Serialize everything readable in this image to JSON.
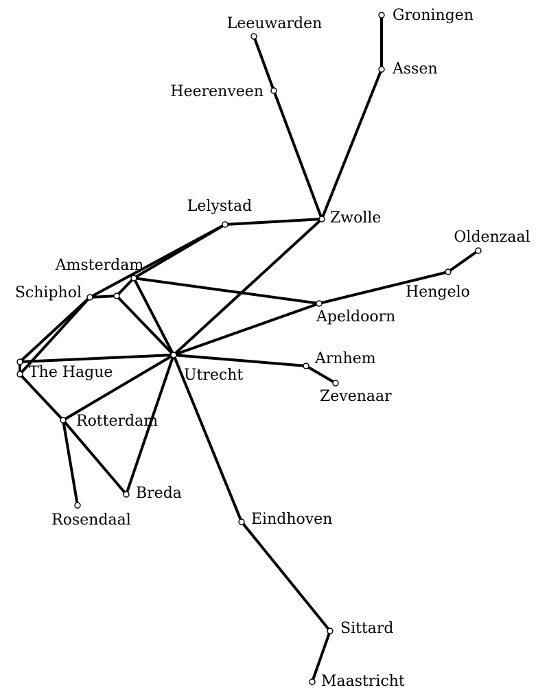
{
  "diagram": {
    "stations": [
      {
        "id": "groningen",
        "label": "Groningen"
      },
      {
        "id": "assen",
        "label": "Assen"
      },
      {
        "id": "leeuwarden",
        "label": "Leeuwarden"
      },
      {
        "id": "heerenveen",
        "label": "Heerenveen"
      },
      {
        "id": "zwolle",
        "label": "Zwolle"
      },
      {
        "id": "lelystad",
        "label": "Lelystad"
      },
      {
        "id": "oldenzaal",
        "label": "Oldenzaal"
      },
      {
        "id": "hengelo",
        "label": "Hengelo"
      },
      {
        "id": "amsterdam",
        "label": "Amsterdam"
      },
      {
        "id": "schiphol",
        "label": "Schiphol"
      },
      {
        "id": "junction",
        "label": ""
      },
      {
        "id": "apeldoorn",
        "label": "Apeldoorn"
      },
      {
        "id": "thehague_n",
        "label": ""
      },
      {
        "id": "thehague",
        "label": "The Hague"
      },
      {
        "id": "utrecht",
        "label": "Utrecht"
      },
      {
        "id": "arnhem",
        "label": "Arnhem"
      },
      {
        "id": "zevenaar",
        "label": "Zevenaar"
      },
      {
        "id": "rotterdam",
        "label": "Rotterdam"
      },
      {
        "id": "breda",
        "label": "Breda"
      },
      {
        "id": "rosendaal",
        "label": "Rosendaal"
      },
      {
        "id": "eindhoven",
        "label": "Eindhoven"
      },
      {
        "id": "sittard",
        "label": "Sittard"
      },
      {
        "id": "maastricht",
        "label": "Maastricht"
      }
    ],
    "connections": [
      [
        "groningen",
        "assen"
      ],
      [
        "assen",
        "zwolle"
      ],
      [
        "leeuwarden",
        "heerenveen"
      ],
      [
        "heerenveen",
        "zwolle"
      ],
      [
        "lelystad",
        "zwolle"
      ],
      [
        "zwolle",
        "utrecht"
      ],
      [
        "oldenzaal",
        "hengelo"
      ],
      [
        "hengelo",
        "apeldoorn"
      ],
      [
        "apeldoorn",
        "utrecht"
      ],
      [
        "amsterdam",
        "apeldoorn"
      ],
      [
        "lelystad",
        "amsterdam"
      ],
      [
        "lelystad",
        "schiphol"
      ],
      [
        "amsterdam",
        "utrecht"
      ],
      [
        "schiphol",
        "junction"
      ],
      [
        "amsterdam",
        "junction"
      ],
      [
        "junction",
        "utrecht"
      ],
      [
        "schiphol",
        "thehague_n"
      ],
      [
        "schiphol",
        "thehague"
      ],
      [
        "thehague_n",
        "thehague"
      ],
      [
        "thehague_n",
        "utrecht"
      ],
      [
        "thehague",
        "rotterdam"
      ],
      [
        "utrecht",
        "rotterdam"
      ],
      [
        "rotterdam",
        "breda"
      ],
      [
        "rotterdam",
        "rosendaal"
      ],
      [
        "utrecht",
        "breda"
      ],
      [
        "utrecht",
        "arnhem"
      ],
      [
        "arnhem",
        "zevenaar"
      ],
      [
        "utrecht",
        "eindhoven"
      ],
      [
        "eindhoven",
        "sittard"
      ],
      [
        "sittard",
        "maastricht"
      ]
    ]
  }
}
